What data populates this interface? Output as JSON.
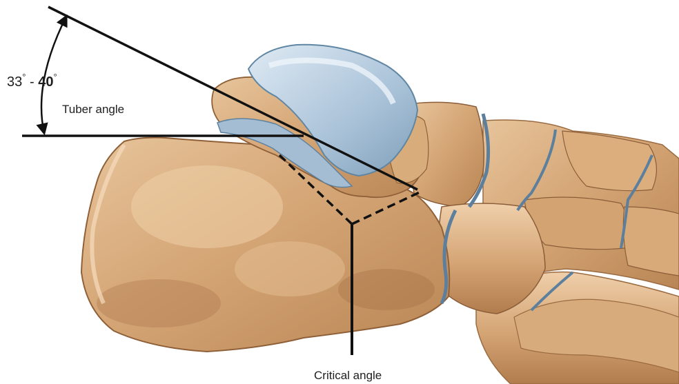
{
  "diagram": {
    "angle_range": {
      "min": "33",
      "max": "40",
      "unit": "°"
    },
    "labels": {
      "tuber_angle": "Tuber angle",
      "critical_angle": "Critical angle"
    }
  },
  "colors": {
    "bone_base": "#d7a878",
    "bone_mid": "#c99663",
    "bone_light": "#f1d3ad",
    "bone_shadow": "#9d6d45",
    "cartilage": "#a9c2d8",
    "cartilage_light": "#d9e7f2",
    "cartilage_dark": "#6a90ad",
    "line": "#111111",
    "text": "#1e1e1e"
  }
}
